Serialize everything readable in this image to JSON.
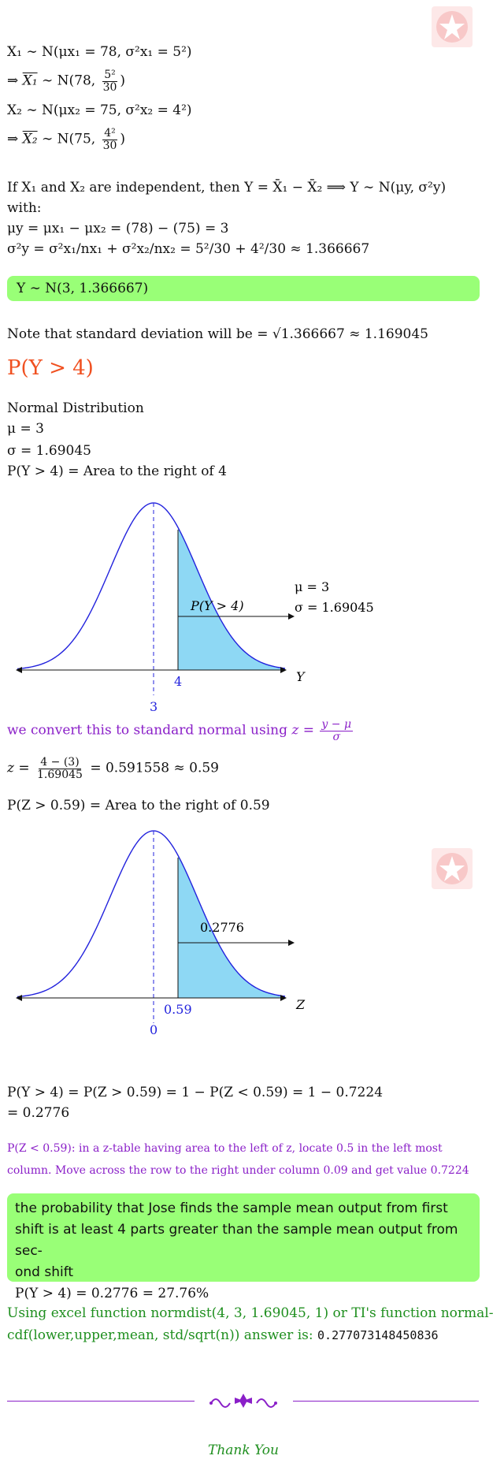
{
  "definitions": {
    "x1_dist": "X₁ ∼ N(μx₁ = 78, σ²x₁ = 5²)",
    "x1bar_prefix": "⇒",
    "x1bar_dist_pre": "∼ N(78,",
    "x1bar_num": "5²",
    "x1bar_den": "30",
    "x2_dist": "X₂ ∼ N(μx₂ = 75, σ²x₂ = 4²)",
    "x2bar_dist_pre": "∼ N(75,",
    "x2bar_num": "4²",
    "x2bar_den": "30"
  },
  "independence": {
    "line1": "If X₁ and X₂ are independent, then Y = X̄₁ − X̄₂ ⟹ Y ∼ N(μy, σ²y)",
    "line2": "with:",
    "mu_line": "μy = μx₁ − μx₂ = (78) − (75) = 3",
    "sigma_line": "σ²y = σ²x₁/nx₁ + σ²x₂/nx₂ = 5²/30 + 4²/30 ≈ 1.366667"
  },
  "result_box": "Y ∼ N(3, 1.366667)",
  "sd_note": "Note that standard deviation will be = √1.366667 ≈ 1.169045",
  "heading": "P(Y > 4)",
  "normal": {
    "title": "Normal Distribution",
    "mu": "μ = 3",
    "sigma": "σ = 1.69045",
    "area": "P(Y > 4) = Area to the right of 4"
  },
  "chart1": {
    "label_prob": "P(Y > 4)",
    "legend_mu": "μ = 3",
    "legend_sigma": "σ = 1.69045",
    "axis": "Y",
    "tick_mean": "3",
    "tick_value": "4"
  },
  "convert": {
    "text": "we convert this to standard normal using",
    "z_eq": "z =",
    "num": "y − μ",
    "den": "σ"
  },
  "zcalc": {
    "prefix": "z =",
    "num": "4 − (3)",
    "den": "1.69045",
    "suffix": "= 0.591558 ≈ 0.59",
    "area": "P(Z > 0.59) = Area to the right of 0.59"
  },
  "chart2": {
    "label_prob": "0.2776",
    "axis": "Z",
    "tick_mean": "0",
    "tick_value": "0.59"
  },
  "final": {
    "line1": "P(Y > 4) = P(Z > 0.59) = 1 − P(Z < 0.59) = 1 − 0.7224",
    "line2": "= 0.2776"
  },
  "ztable_note": {
    "line1": "P(Z < 0.59): in a z-table having area to the left of z, locate 0.5 in the left most",
    "line2": "column. Move across the row to the right under column 0.09 and get value 0.7224"
  },
  "answer_box": {
    "line1": "the probability that Jose finds the sample mean output from first",
    "line2": "shift is at least 4 parts greater than the sample mean output from sec-",
    "line3": "ond shift",
    "line4": "P(Y > 4) = 0.2776 = 27.76%"
  },
  "excel": {
    "line1": "Using excel function normdist(4, 3, 1.69045, 1) or TI's function normal-",
    "line2_text": "cdf(lower,upper,mean, std/sqrt(n)) answer is:",
    "line2_value": "0.277073148450836"
  },
  "thanks": "Thank You",
  "colors": {
    "curve": "#2222dd",
    "shade": "#8ed8f4",
    "box": "#99ff77",
    "heading": "#f05020",
    "purple": "#8a1fc8",
    "green": "#1f8f1f"
  }
}
